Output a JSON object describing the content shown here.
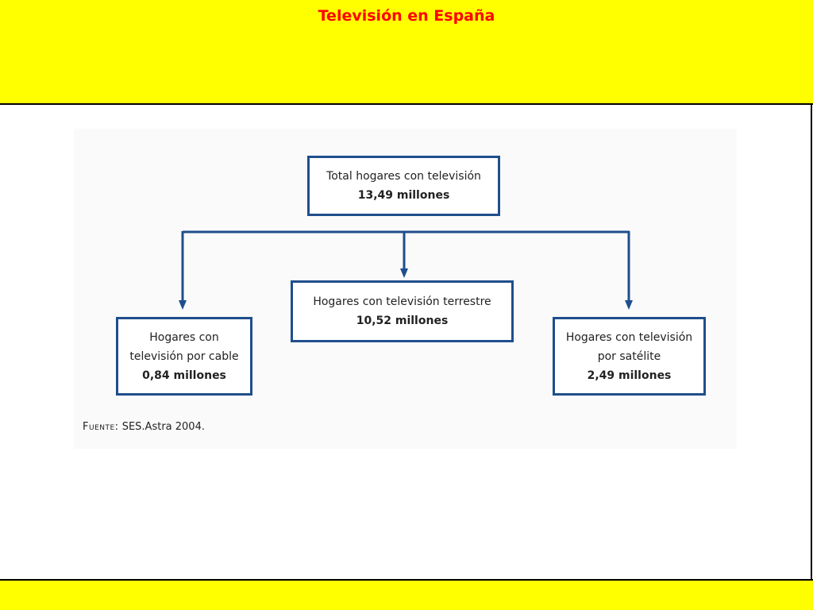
{
  "slide": {
    "title": "Televisión en España"
  },
  "diagram": {
    "root": {
      "label": "Total hogares con televisión",
      "value": "13,49 millones"
    },
    "children": [
      {
        "id": "cable",
        "label": "Hogares con televisión por cable",
        "value": "0,84 millones"
      },
      {
        "id": "terrestre",
        "label": "Hogares con televisión terrestre",
        "value": "10,52 millones"
      },
      {
        "id": "satelite",
        "label": "Hogares con televisión por satélite",
        "value": "2,49 millones"
      }
    ],
    "source_label": "Fuente:",
    "source_text": "SES.Astra 2004.",
    "colors": {
      "box_border": "#1f4e8c",
      "connector": "#1f4e8c",
      "title": "#ff0000",
      "band": "#ffff00"
    }
  }
}
